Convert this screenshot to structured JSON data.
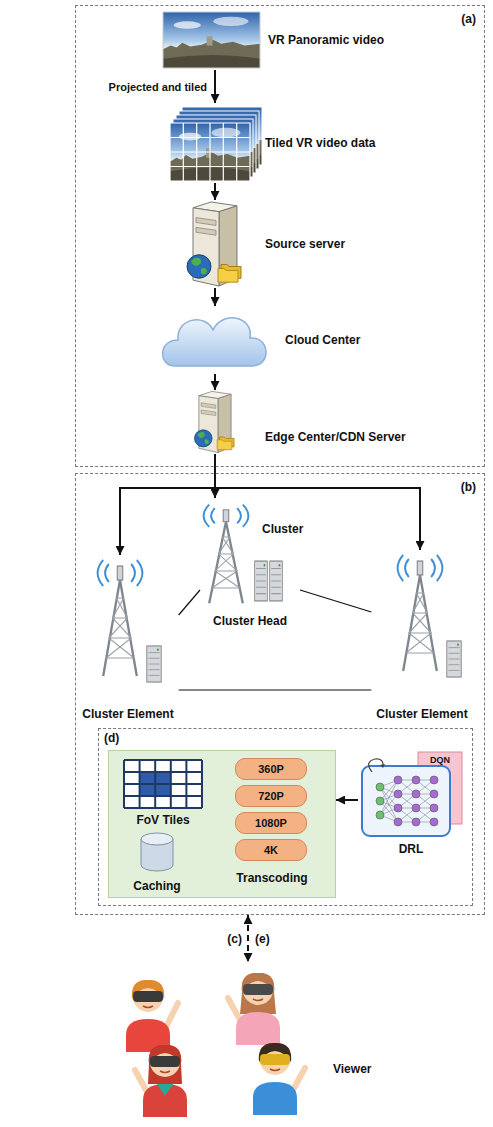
{
  "diagram": {
    "nodes": [
      {
        "text": [
          "(a)"
        ]
      },
      {
        "text": [
          "VR Panoramic video"
        ],
        "in": 0
      },
      {
        "text": [
          "Tiled VR video data"
        ],
        "in": 0
      },
      {
        "text": [
          "Source server"
        ],
        "in": 0
      },
      {
        "text": [
          "Cloud Center"
        ],
        "in": 0
      },
      {
        "text": [
          "Edge Center/CDN Server"
        ],
        "in": 0
      },
      {
        "text": [
          "(b)"
        ]
      },
      {
        "text": [
          "Cluster Head"
        ],
        "in": 6
      },
      {
        "text": [
          "Cluster Element"
        ],
        "in": 6
      },
      {
        "text": [
          "Cluster Element"
        ],
        "in": 6
      },
      {
        "text": [
          "(d)"
        ],
        "in": 6
      },
      {
        "text": [
          "FoV Tiles",
          "Caching",
          "Transcoding"
        ],
        "in": 10
      },
      {
        "text": [
          "360P"
        ],
        "in": 11
      },
      {
        "text": [
          "720P"
        ],
        "in": 11
      },
      {
        "text": [
          "1080P"
        ],
        "in": 11
      },
      {
        "text": [
          "4K"
        ],
        "in": 11
      },
      {
        "text": [
          "DRL"
        ],
        "in": 10
      },
      {
        "text": [
          "Viewer"
        ]
      }
    ],
    "edges": [
      {
        "from": 1,
        "to": 2,
        "arrow": "to",
        "label": "Projected and tiled"
      },
      {
        "from": 2,
        "to": 3,
        "arrow": "to"
      },
      {
        "from": 3,
        "to": 4,
        "arrow": "to"
      },
      {
        "from": 4,
        "to": 5,
        "arrow": "to"
      },
      {
        "from": 5,
        "to": 7,
        "arrow": "to"
      },
      {
        "from": 5,
        "to": 8,
        "arrow": "to"
      },
      {
        "from": 5,
        "to": 9,
        "arrow": "to"
      },
      {
        "from": 7,
        "to": 8,
        "arrow": "none"
      },
      {
        "from": 7,
        "to": 9,
        "arrow": "none"
      },
      {
        "from": 8,
        "to": 9,
        "arrow": "none"
      },
      {
        "from": 16,
        "to": 11,
        "arrow": "to"
      },
      {
        "from": 6,
        "to": 17,
        "arrow": "both"
      }
    ],
    "labels": [
      "Cluster",
      "(c)",
      "(e)",
      "DQN"
    ]
  }
}
